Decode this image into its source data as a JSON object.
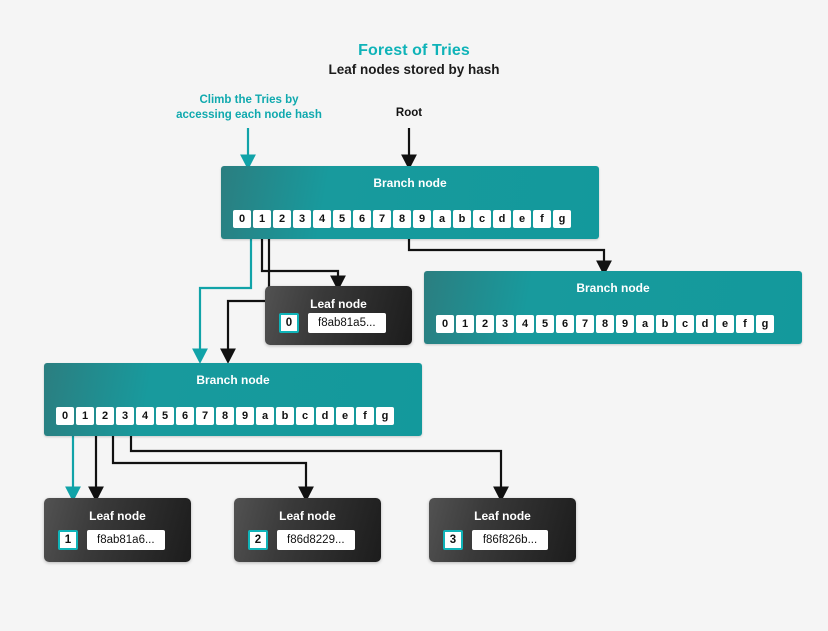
{
  "header": {
    "title": "Forest of Tries",
    "subtitle": "Leaf nodes stored by hash",
    "title_color": "#0fb3b8"
  },
  "annotations": {
    "climb": "Climb the Tries by\naccessing each node hash",
    "root": "Root"
  },
  "labels": {
    "branch_node": "Branch node",
    "leaf_node": "Leaf node"
  },
  "cell_keys": [
    "0",
    "1",
    "2",
    "3",
    "4",
    "5",
    "6",
    "7",
    "8",
    "9",
    "a",
    "b",
    "c",
    "d",
    "e",
    "f",
    "g"
  ],
  "branch_nodes": [
    {
      "id": "root-branch",
      "label": "Branch node",
      "keys": [
        "0",
        "1",
        "2",
        "3",
        "4",
        "5",
        "6",
        "7",
        "8",
        "9",
        "a",
        "b",
        "c",
        "d",
        "e",
        "f",
        "g"
      ]
    },
    {
      "id": "right-branch",
      "label": "Branch node",
      "keys": [
        "0",
        "1",
        "2",
        "3",
        "4",
        "5",
        "6",
        "7",
        "8",
        "9",
        "a",
        "b",
        "c",
        "d",
        "e",
        "f",
        "g"
      ]
    },
    {
      "id": "left-branch",
      "label": "Branch node",
      "keys": [
        "0",
        "1",
        "2",
        "3",
        "4",
        "5",
        "6",
        "7",
        "8",
        "9",
        "a",
        "b",
        "c",
        "d",
        "e",
        "f",
        "g"
      ]
    }
  ],
  "leaf_nodes": [
    {
      "id": "leaf-0",
      "label": "Leaf node",
      "index": "0",
      "hash": "f8ab81a5..."
    },
    {
      "id": "leaf-1",
      "label": "Leaf node",
      "index": "1",
      "hash": "f8ab81a6..."
    },
    {
      "id": "leaf-2",
      "label": "Leaf node",
      "index": "2",
      "hash": "f86d8229..."
    },
    {
      "id": "leaf-3",
      "label": "Leaf node",
      "index": "3",
      "hash": "f86f826b..."
    }
  ],
  "colors": {
    "background": "#f5f5f5",
    "teal_accent": "#0fb3b8",
    "teal_node": "#13999c",
    "teal_node_dark": "#2b7e80",
    "arrow_dark": "#111111",
    "arrow_teal": "#11a3a8",
    "leaf_dark": "#1c1c1c"
  }
}
